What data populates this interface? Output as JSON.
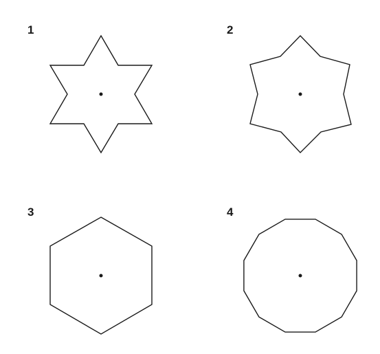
{
  "panels": [
    {
      "label": "1",
      "shape": "six-pointed star"
    },
    {
      "label": "2",
      "shape": "six-pointed star with concave sides"
    },
    {
      "label": "3",
      "shape": "regular hexagon"
    },
    {
      "label": "4",
      "shape": "regular dodecagon"
    }
  ],
  "colors": {
    "stroke": "#1a1a1a",
    "fill": "#ffffff",
    "background": "#ffffff"
  }
}
